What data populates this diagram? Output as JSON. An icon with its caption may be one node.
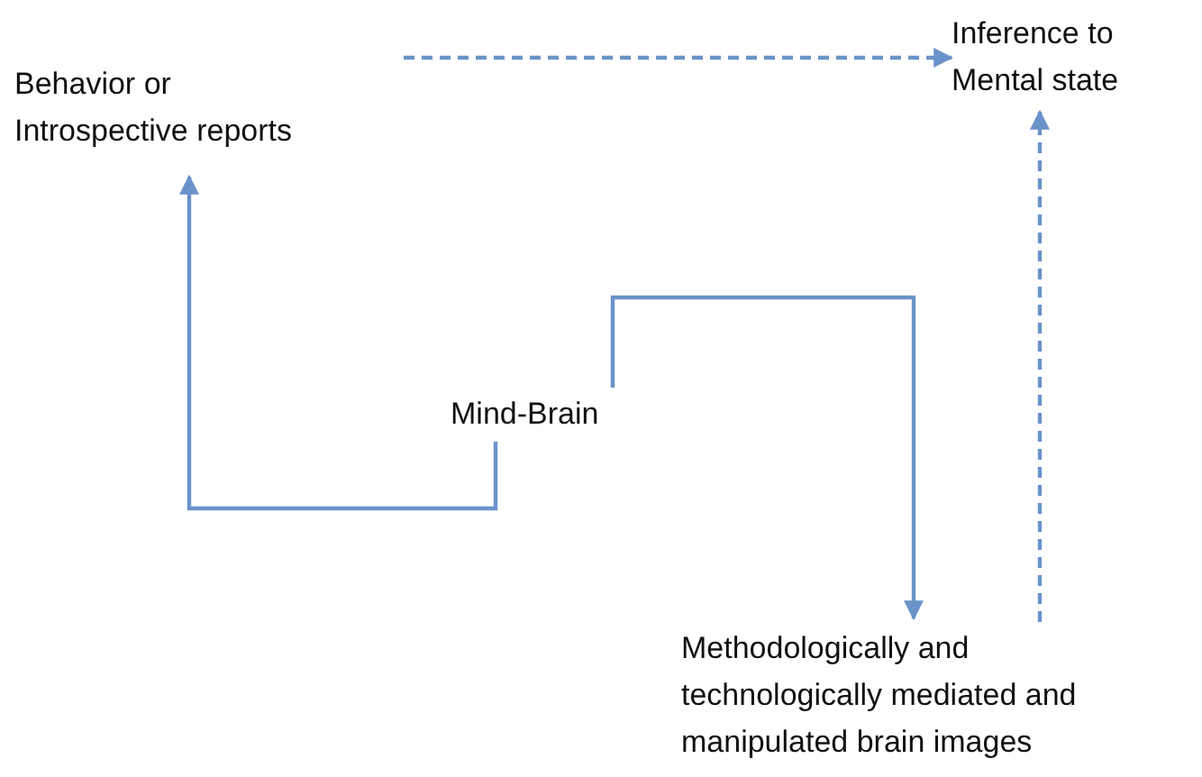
{
  "diagram": {
    "nodes": [
      {
        "text": [
          "Behavior or Introspective reports"
        ]
      },
      {
        "text": [
          "Inference to Mental state"
        ]
      },
      {
        "text": [
          "Mind-Brain"
        ]
      },
      {
        "text": [
          "Methodologically and technologically mediated and manipulated brain images"
        ]
      }
    ],
    "edges": [
      {
        "from": 2,
        "to": 0,
        "arrow": "to"
      },
      {
        "from": 2,
        "to": 3,
        "arrow": "to"
      },
      {
        "from": 0,
        "to": 1,
        "arrow": "to",
        "style": "dashed"
      },
      {
        "from": 3,
        "to": 1,
        "arrow": "to",
        "style": "dashed"
      }
    ]
  }
}
